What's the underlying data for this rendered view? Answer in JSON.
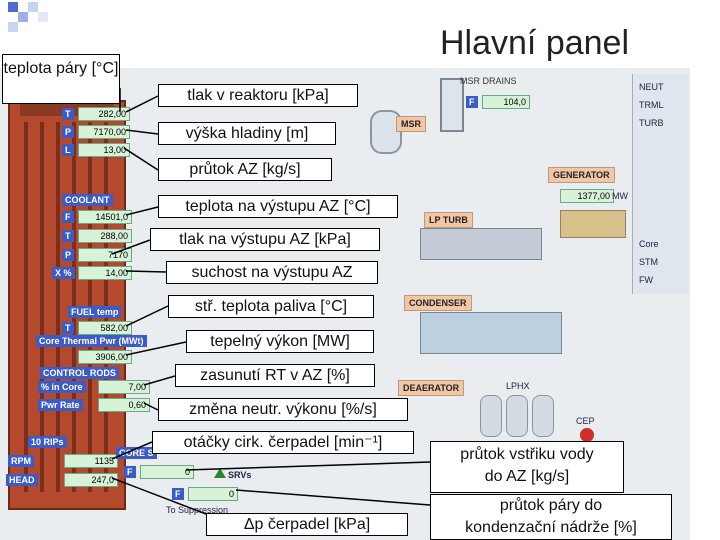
{
  "title": "Hlavní panel",
  "reactor": {
    "top_params": [
      {
        "tag": "T",
        "value": "282,00"
      },
      {
        "tag": "P",
        "value": "7170,00"
      },
      {
        "tag": "L",
        "value": "13,00"
      }
    ],
    "coolant": {
      "label": "COOLANT",
      "rows": [
        {
          "tag": "F",
          "value": "14501,0"
        },
        {
          "tag": "T",
          "value": "288,00"
        },
        {
          "tag": "P",
          "value": "7170"
        },
        {
          "tag": "X %",
          "value": "14,00"
        }
      ]
    },
    "fuel_temp": {
      "label": "FUEL temp",
      "tag": "T",
      "value": "582,00"
    },
    "core_power": {
      "label": "Core Thermal Pwr (MWt)",
      "value": "3906,00"
    },
    "control_rods": {
      "label": "CONTROL RODS",
      "rows": [
        {
          "tag": "% in Core",
          "value": "7,00"
        },
        {
          "tag": "Pwr Rate",
          "value": "0,60"
        }
      ]
    },
    "rips": {
      "label": "10 RIPs",
      "rpm_label": "RPM",
      "rpm_value": "1135",
      "head_label": "HEAD",
      "head_value": "247,0"
    },
    "core_spray": {
      "label": "CORE S",
      "tag": "F",
      "value": "0"
    }
  },
  "plant": {
    "msr_drains": {
      "label": "MSR DRAINS",
      "tag": "F",
      "value": "104,0"
    },
    "msr": "MSR",
    "generator": {
      "label": "GENERATOR",
      "value": "1377,00",
      "unit": "MW"
    },
    "lp_turb": "LP TURB",
    "condenser": "CONDENSER",
    "deaerator": "DEAERATOR",
    "lphx": "LPHX",
    "cep": "CEP",
    "srvs": "SRVs",
    "srv_flow": {
      "tag": "F",
      "value": "0"
    },
    "suppression": "To Suppression",
    "right_panel": [
      "NEUT",
      "TRML",
      "TURB",
      "Core",
      "STM",
      "FW"
    ]
  },
  "callouts": {
    "steam_temp": "teplota páry [°C]",
    "reactor_pressure": "tlak v reaktoru [kPa]",
    "level": "výška hladiny [m]",
    "core_flow": "průtok AZ [kg/s]",
    "outlet_temp": "teplota na výstupu AZ [°C]",
    "outlet_pressure": "tlak na výstupu AZ [kPa]",
    "outlet_quality": "suchost na výstupu AZ",
    "fuel_temp": "stř. teplota paliva [°C]",
    "thermal_power": "tepelný výkon [MW]",
    "rod_insertion": "zasunutí RT v AZ [%]",
    "power_rate": "změna neutr. výkonu [%/s]",
    "pump_speed": "otáčky cirk. čerpadel [min⁻¹]",
    "pump_dp": "Δp čerpadel [kPa]",
    "injection_flow_1": "průtok vstřiku vody",
    "injection_flow_2": "do AZ [kg/s]",
    "steam_flow_1": "průtok páry do",
    "steam_flow_2": "kondenzační nádrže [%]"
  },
  "colors": {
    "accent": "#3b5bc6",
    "core": "#b4492d",
    "value_bg": "#d8f2d8"
  }
}
